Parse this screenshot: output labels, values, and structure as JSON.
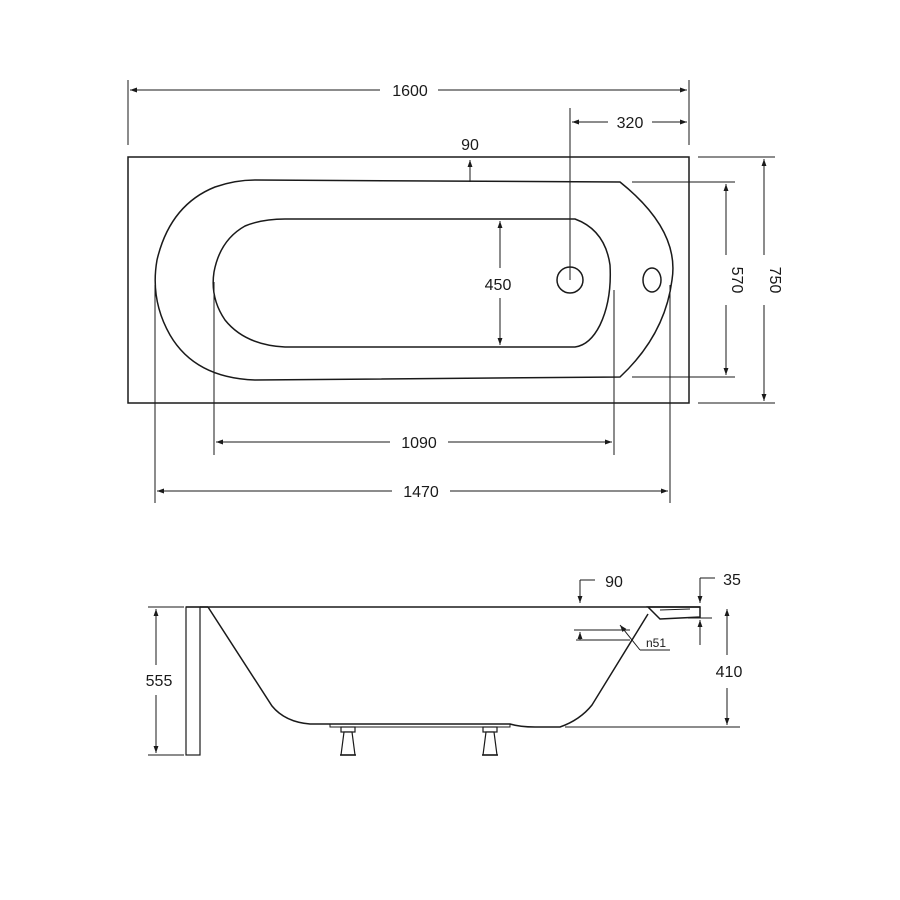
{
  "top_view": {
    "overall_length": "1600",
    "rim_width": "90",
    "drain_offset": "320",
    "inner_width_bottom": "450",
    "basin_width": "570",
    "overall_width": "750",
    "bottom_length": "1090",
    "basin_length": "1470"
  },
  "side_view": {
    "overflow_height": "90",
    "rim_thickness": "35",
    "overflow_diameter": "n51",
    "total_height": "555",
    "basin_depth": "410"
  }
}
